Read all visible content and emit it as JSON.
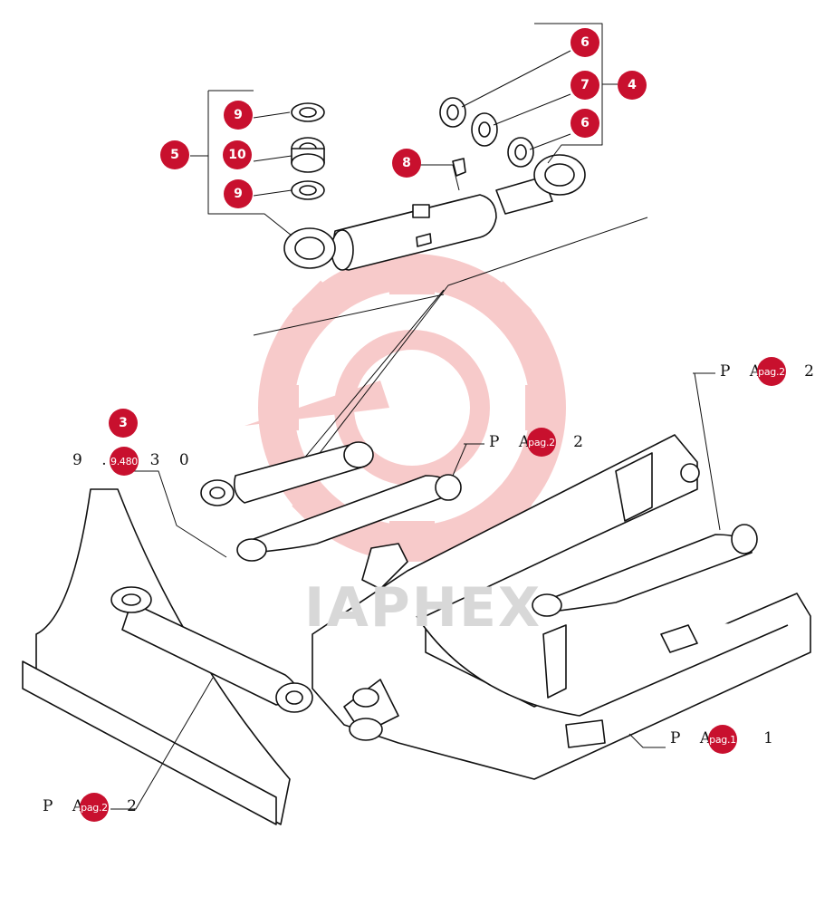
{
  "watermark": {
    "text": "IAPHEX",
    "color": "#f2b0b0"
  },
  "callout_color": "#c8102e",
  "callouts": [
    {
      "id": "c6a",
      "label": "6"
    },
    {
      "id": "c7",
      "label": "7"
    },
    {
      "id": "c4",
      "label": "4"
    },
    {
      "id": "c6b",
      "label": "6"
    },
    {
      "id": "c9a",
      "label": "9"
    },
    {
      "id": "c10",
      "label": "10"
    },
    {
      "id": "c9b",
      "label": "9"
    },
    {
      "id": "c5",
      "label": "5"
    },
    {
      "id": "c8",
      "label": "8"
    },
    {
      "id": "c3",
      "label": "3"
    }
  ],
  "references": [
    {
      "id": "r1",
      "prefix": "P A",
      "suffix": "2",
      "badge": "pag.2"
    },
    {
      "id": "r2",
      "prefix": "P A",
      "suffix": "2",
      "badge": "pag.2"
    },
    {
      "id": "r3",
      "prefix": "9 .",
      "suffix": "3 0",
      "badge": "9.480"
    },
    {
      "id": "r4",
      "prefix": "P A",
      "suffix": "1",
      "badge": "pag.1"
    },
    {
      "id": "r5",
      "prefix": "P A",
      "suffix": "2",
      "badge": "pag.2"
    }
  ]
}
